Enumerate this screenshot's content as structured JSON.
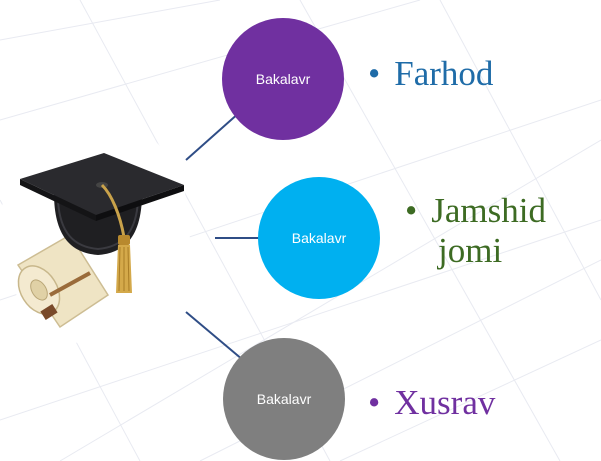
{
  "nodes": [
    {
      "label": "Bakalavr",
      "name": "Farhod",
      "color": "#7030a0",
      "name_color": "#1f6ca8"
    },
    {
      "label": "Bakalavr",
      "name_line1": "Jamshid",
      "name_line2": "jomi",
      "color": "#00b0f0",
      "name_color": "#3d6b23"
    },
    {
      "label": "Bakalavr",
      "name": "Xusrav",
      "color": "#7f7f7f",
      "name_color": "#7030a0"
    }
  ],
  "bullet": "•",
  "connector_color": "#2f4d86",
  "hub_icon": "graduation-cap-with-diploma"
}
